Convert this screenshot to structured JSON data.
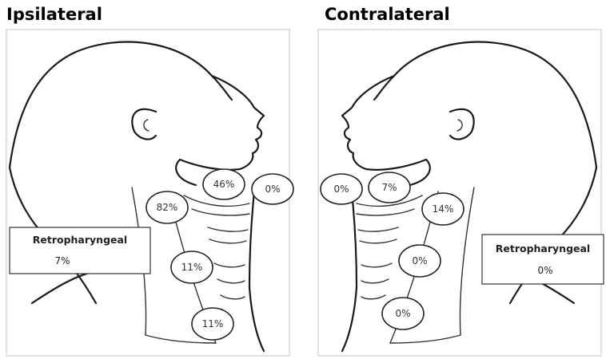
{
  "panels": {
    "left": {
      "title": "Ipsilateral",
      "retropharyngeal": {
        "label": "Retropharyngeal",
        "value": "7%"
      },
      "nodes": [
        "46%",
        "0%",
        "82%",
        "11%",
        "11%"
      ]
    },
    "right": {
      "title": "Contralateral",
      "retropharyngeal": {
        "label": "Retropharyngeal",
        "value": "0%"
      },
      "nodes": [
        "0%",
        "7%",
        "14%",
        "0%",
        "0%"
      ]
    }
  }
}
